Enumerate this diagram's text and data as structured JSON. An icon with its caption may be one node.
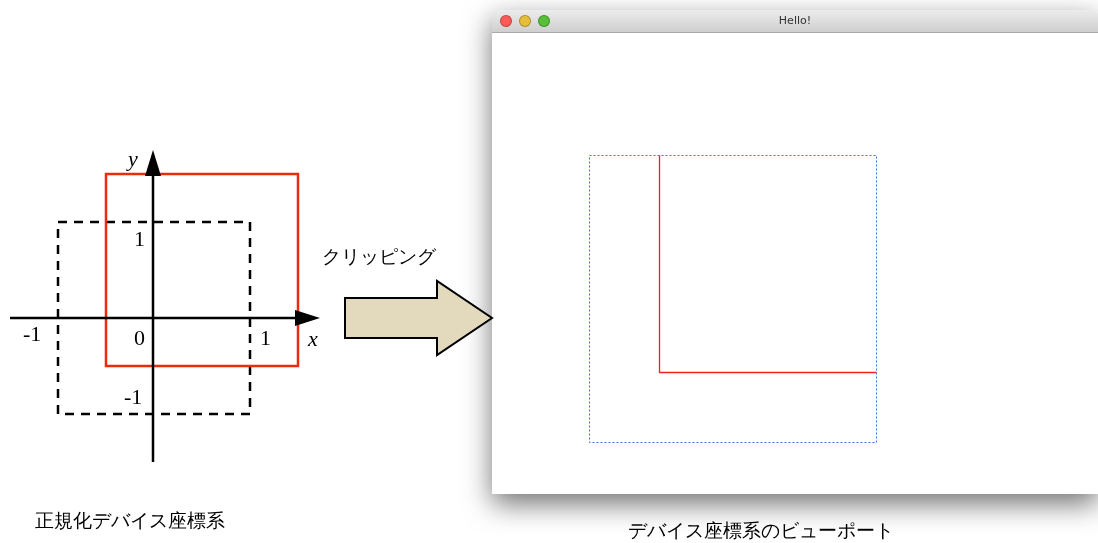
{
  "diagram": {
    "nodes": [
      {
        "text": [],
        "shape": "picture",
        "beside": [
          "正規化デバイス座標系"
        ]
      },
      {
        "text": [
          "Hello!"
        ],
        "beside": [
          "デバイス座標系のビューポート"
        ]
      }
    ],
    "edges": [
      {
        "from": 0,
        "to": 1,
        "arrow": "to",
        "label": "クリッピング",
        "style": "thick"
      }
    ],
    "labels": [
      "y",
      "1",
      "-1",
      "0",
      "1",
      "x",
      "-1"
    ]
  }
}
